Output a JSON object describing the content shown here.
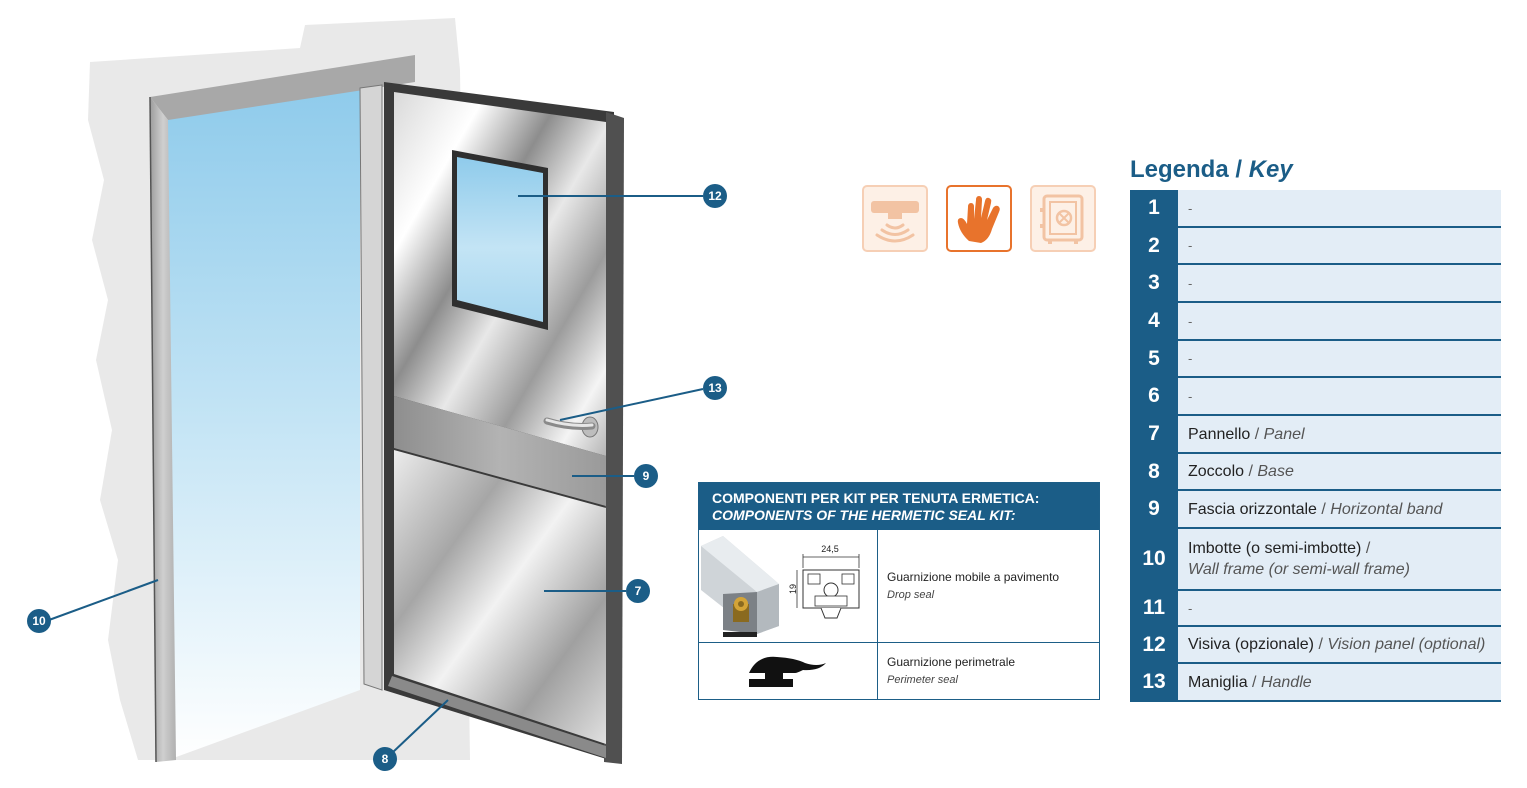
{
  "callouts": [
    "12",
    "13",
    "9",
    "7",
    "10",
    "8"
  ],
  "modes": [
    {
      "icon": "proximity-sensor-icon",
      "active": false
    },
    {
      "icon": "hand-icon",
      "active": true
    },
    {
      "icon": "safe-lock-icon",
      "active": false
    }
  ],
  "seal_kit": {
    "title_it": "COMPONENTI  PER KIT PER TENUTA ERMETICA:",
    "title_en": "COMPONENTS OF THE HERMETIC SEAL KIT:",
    "items": [
      {
        "name_it": "Guarnizione mobile a pavimento",
        "name_en": "Drop seal",
        "dim_width": "24,5",
        "dim_height": "19"
      },
      {
        "name_it": "Guarnizione perimetrale",
        "name_en": "Perimeter seal"
      }
    ]
  },
  "legend": {
    "title_it": "Legenda",
    "title_sep": " / ",
    "title_en": "Key",
    "rows": [
      {
        "num": "1",
        "it": "-",
        "en": ""
      },
      {
        "num": "2",
        "it": "-",
        "en": ""
      },
      {
        "num": "3",
        "it": "-",
        "en": ""
      },
      {
        "num": "4",
        "it": "-",
        "en": ""
      },
      {
        "num": "5",
        "it": "-",
        "en": ""
      },
      {
        "num": "6",
        "it": "-",
        "en": ""
      },
      {
        "num": "7",
        "it": "Pannello",
        "en": "Panel"
      },
      {
        "num": "8",
        "it": "Zoccolo",
        "en": "Base"
      },
      {
        "num": "9",
        "it": "Fascia orizzontale",
        "en": "Horizontal band"
      },
      {
        "num": "10",
        "it": "Imbotte (o semi-imbotte)",
        "en": "Wall frame (or semi-wall frame)"
      },
      {
        "num": "11",
        "it": "-",
        "en": ""
      },
      {
        "num": "12",
        "it": "Visiva (opzionale)",
        "en": "Vision panel (optional)"
      },
      {
        "num": "13",
        "it": "Maniglia",
        "en": "Handle"
      }
    ]
  },
  "colors": {
    "brand_blue": "#1b5d87",
    "accent_orange": "#e8732c",
    "legend_row_bg": "#e3edf6"
  }
}
